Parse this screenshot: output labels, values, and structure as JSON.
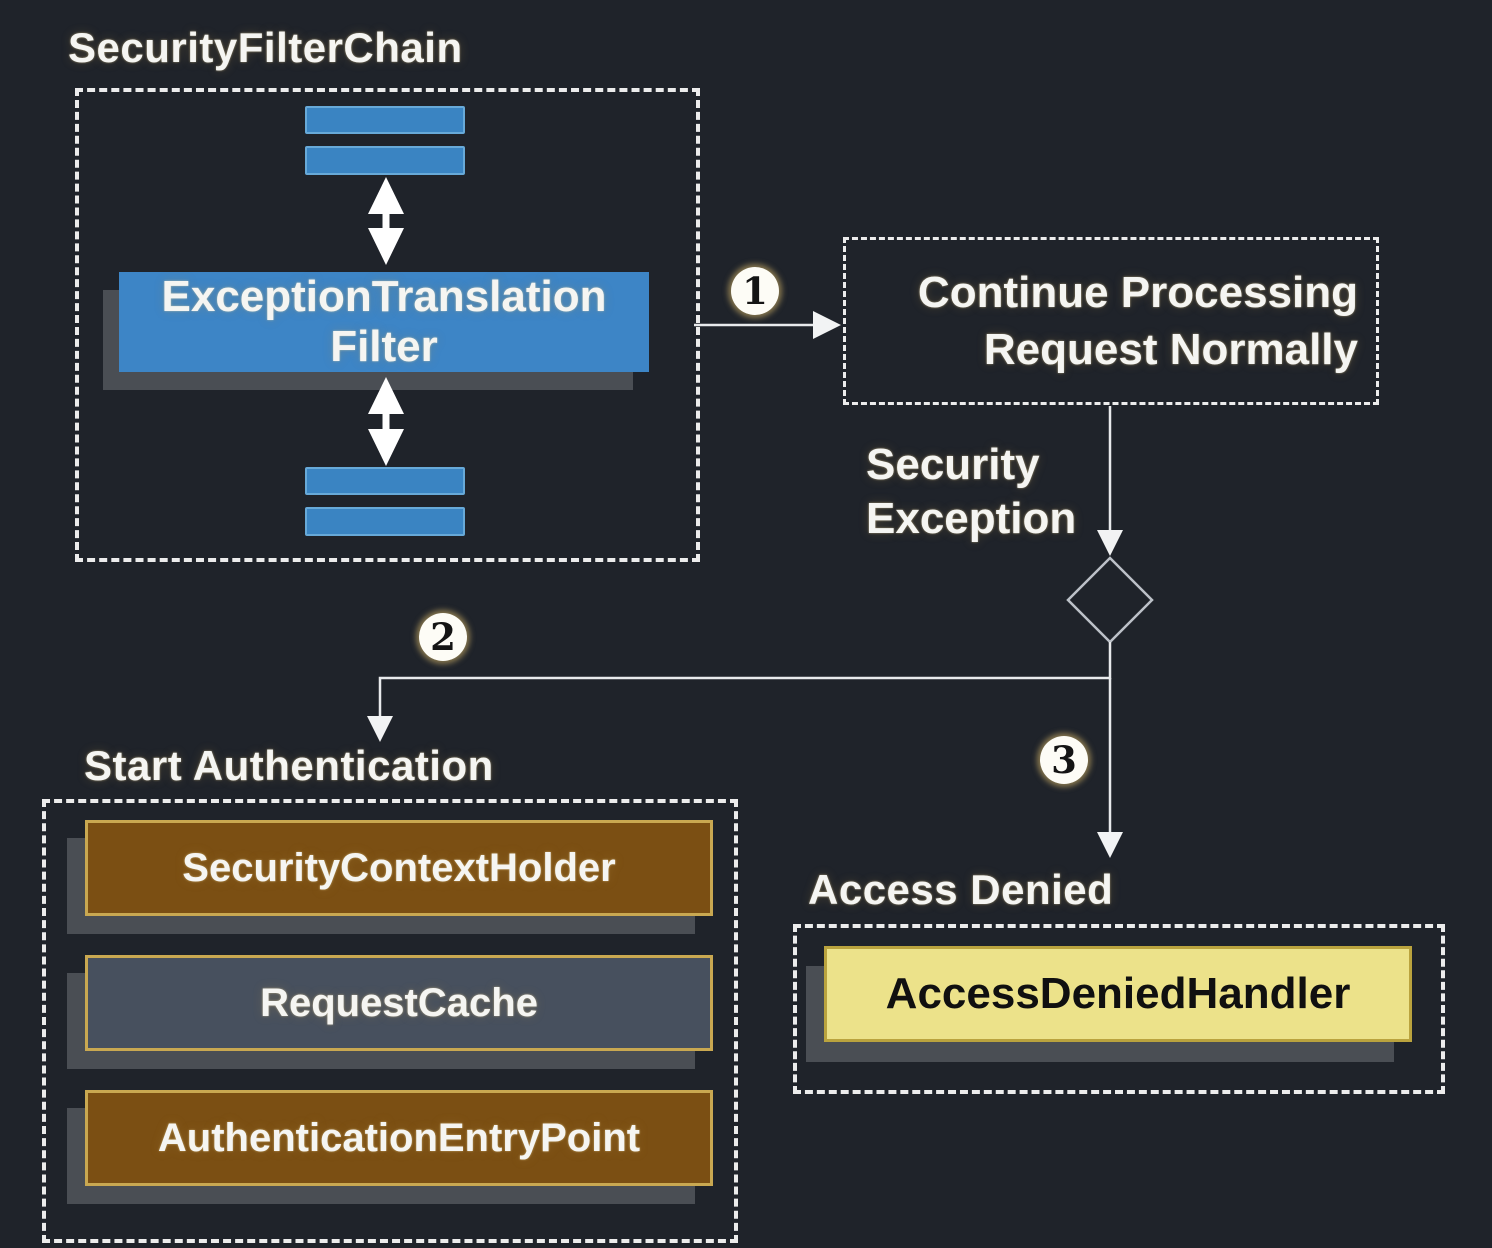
{
  "colors": {
    "background": "#1f232a",
    "filter_blue": "#3d85c6",
    "box_brown": "#7b4f13",
    "box_slate": "#47505e",
    "box_yellow": "#ece28a",
    "gold_border": "#c9a851",
    "yellow_border": "#baa33e",
    "shadow_gray": "#4a4e54",
    "line_white": "#e8eaec"
  },
  "sfc": {
    "title": "SecurityFilterChain",
    "filter": {
      "line1": "ExceptionTranslation",
      "line2": "Filter"
    }
  },
  "flow": {
    "continue": {
      "line1": "Continue Processing",
      "line2": "Request Normally"
    },
    "security_exception": {
      "line1": "Security",
      "line2": "Exception"
    }
  },
  "badges": {
    "step1": "1",
    "step2": "2",
    "step3": "3"
  },
  "start_auth": {
    "title": "Start Authentication",
    "items": [
      {
        "label": "SecurityContextHolder",
        "variant": "brown"
      },
      {
        "label": "RequestCache",
        "variant": "slate"
      },
      {
        "label": "AuthenticationEntryPoint",
        "variant": "brown"
      }
    ]
  },
  "access_denied": {
    "title": "Access Denied",
    "handler": {
      "label": "AccessDeniedHandler"
    }
  }
}
